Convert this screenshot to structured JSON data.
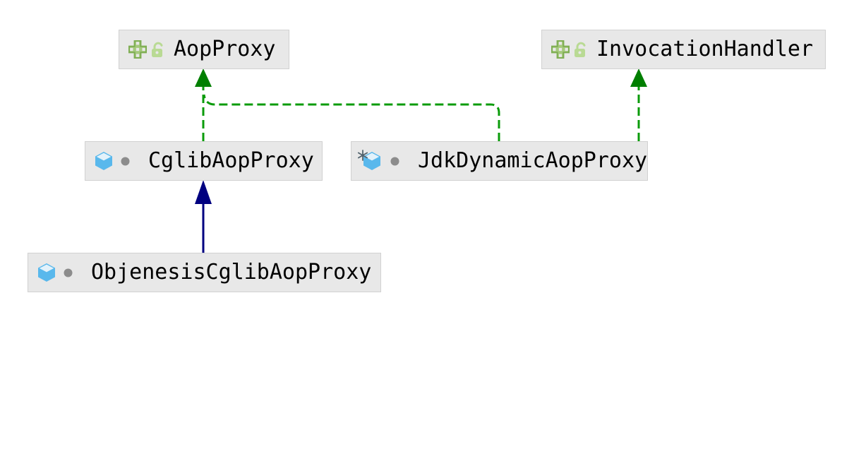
{
  "diagram": {
    "type": "uml-class-diagram",
    "description": "IntelliJ IDEA style class diagram of Spring AOP proxy classes"
  },
  "colors": {
    "canvas_background": "#ffffff",
    "node_fill": "#e8e8e8",
    "node_border": "#d1d1d1",
    "label_text": "#000000",
    "implements_edge_green": "#0a9b0a",
    "implements_arrowhead_green": "#007f00",
    "extends_edge_navy": "#000080",
    "interface_icon_green_stroke": "#7fae53",
    "interface_icon_green_fill": "#a5c97c",
    "lock_icon_green": "#b9da94",
    "class_icon_blue": "#59b8ec",
    "class_icon_top_face": "#e3f2fb",
    "visibility_dot_gray": "#8c8c8c",
    "snowflake_gray": "#53646e",
    "icon_hole": "#e8e8e8"
  },
  "nodes": [
    {
      "label": "AopProxy",
      "kind": "interface",
      "visibility": "public",
      "icons": [
        "interface-icon",
        "unlocked-padlock-icon"
      ]
    },
    {
      "label": "InvocationHandler",
      "kind": "interface",
      "visibility": "public",
      "icons": [
        "interface-icon",
        "unlocked-padlock-icon"
      ]
    },
    {
      "label": "CglibAopProxy",
      "kind": "class",
      "visibility": "package-private",
      "icons": [
        "class-icon",
        "package-private-dot-icon"
      ]
    },
    {
      "label": "JdkDynamicAopProxy",
      "kind": "final-class",
      "visibility": "package-private",
      "icons": [
        "final-class-icon",
        "package-private-dot-icon"
      ]
    },
    {
      "label": "ObjenesisCglibAopProxy",
      "kind": "class",
      "visibility": "package-private",
      "icons": [
        "class-icon",
        "package-private-dot-icon"
      ]
    }
  ],
  "edges": [
    {
      "from": "CglibAopProxy",
      "to": "AopProxy",
      "relation": "implements",
      "style": "dashed",
      "color": "green"
    },
    {
      "from": "JdkDynamicAopProxy",
      "to": "AopProxy",
      "relation": "implements",
      "style": "dashed",
      "color": "green"
    },
    {
      "from": "JdkDynamicAopProxy",
      "to": "InvocationHandler",
      "relation": "implements",
      "style": "dashed",
      "color": "green"
    },
    {
      "from": "ObjenesisCglibAopProxy",
      "to": "CglibAopProxy",
      "relation": "extends",
      "style": "solid",
      "color": "navy"
    }
  ]
}
